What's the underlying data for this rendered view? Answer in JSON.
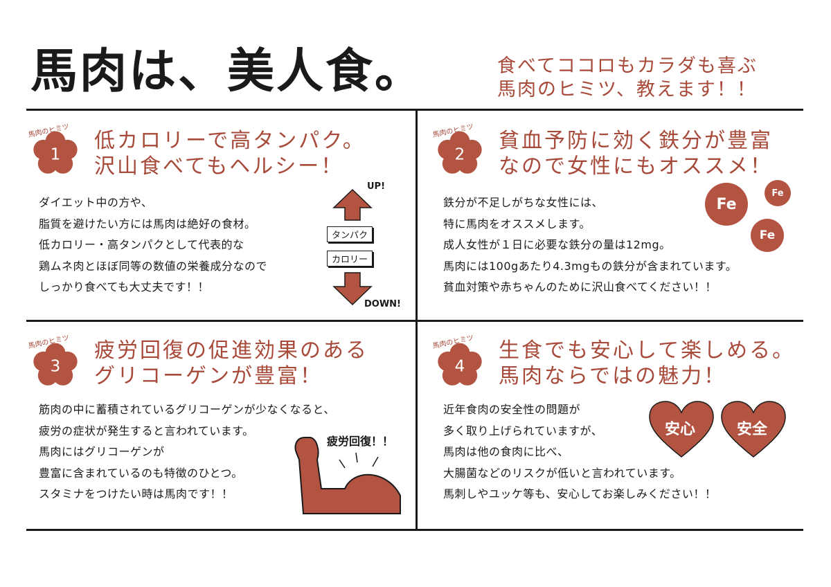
{
  "title": "馬肉は、美人食。",
  "subtitle": [
    "食べてココロもカラダも喜ぶ",
    "馬肉のヒミツ、教えます！！"
  ],
  "colors": {
    "accent": "#a84a3a",
    "fill": "#b35442",
    "text": "#1a1a1a",
    "background": "#ffffff"
  },
  "section_label": "馬肉のヒミツ",
  "sections": [
    {
      "number": "1",
      "heading": [
        "低カロリーで高タンパク。",
        "沢山食べてもヘルシー！"
      ],
      "body": [
        "ダイエット中の方や、",
        "脂質を避けたい方には馬肉は絶好の食材。",
        "低カロリー・高タンパクとして代表的な",
        "鶏ムネ肉とほぼ同等の数値の栄養成分なので",
        "しっかり食べても大丈夫です！！"
      ],
      "illustration": {
        "up_label": "UP!",
        "down_label": "DOWN!",
        "up_box": "タンパク",
        "down_box": "カロリー",
        "icon": "up-down-arrows-icon"
      }
    },
    {
      "number": "2",
      "heading": [
        "貧血予防に効く鉄分が豊富",
        "なので女性にもオススメ！"
      ],
      "body": [
        "鉄分が不足しがちな女性には、",
        "特に馬肉をオススメします。",
        "成人女性が１日に必要な鉄分の量は12mg。",
        "馬肉には100gあたり4.3mgもの鉄分が含まれています。",
        "貧血対策や赤ちゃんのために沢山食べてください！！"
      ],
      "illustration": {
        "iron_labels": [
          "Fe",
          "Fe",
          "Fe"
        ],
        "icon": "iron-bubbles-icon"
      }
    },
    {
      "number": "3",
      "heading": [
        "疲労回復の促進効果のある",
        "グリコーゲンが豊富！"
      ],
      "body": [
        "筋肉の中に蓄積されているグリコーゲンが少なくなると、",
        "疲労の症状が発生すると言われています。",
        "馬肉にはグリコーゲンが",
        "豊富に含まれているのも特徴のひとつ。",
        "スタミナをつけたい時は馬肉です！！"
      ],
      "illustration": {
        "caption": "疲労回復！！",
        "icon": "flexed-arm-icon"
      }
    },
    {
      "number": "4",
      "heading": [
        "生食でも安心して楽しめる。",
        "馬肉ならではの魅力！"
      ],
      "body": [
        "近年食肉の安全性の問題が",
        "多く取り上げられていますが、",
        "馬肉は他の食肉に比べ、",
        "大腸菌などのリスクが低いと言われています。",
        "馬刺しやユッケ等も、安心してお楽しみください！！"
      ],
      "illustration": {
        "hearts": [
          "安心",
          "安全"
        ],
        "icon": "heart-icon"
      }
    }
  ]
}
